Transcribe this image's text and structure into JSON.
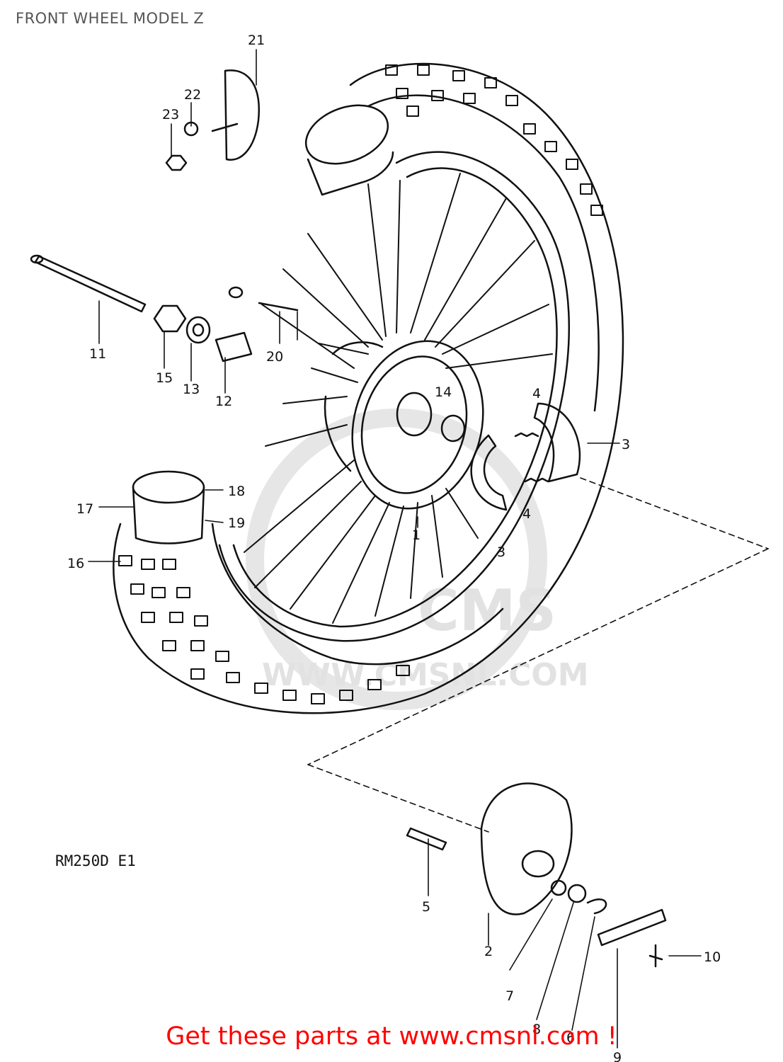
{
  "title": "FRONT WHEEL MODEL Z",
  "model_label": "RM250D E1",
  "watermark": {
    "text": "WWW.CMSNL.COM",
    "brand": "CMS"
  },
  "callouts": [
    "1",
    "2",
    "3",
    "3",
    "4",
    "4",
    "5",
    "6",
    "7",
    "8",
    "9",
    "10",
    "11",
    "12",
    "13",
    "14",
    "15",
    "16",
    "17",
    "18",
    "19",
    "20",
    "21",
    "22",
    "23"
  ],
  "footer": {
    "text": "Get these parts at www.cmsnl.com !"
  },
  "colors": {
    "line": "#111111",
    "footer": "#ff0000",
    "title": "#555555",
    "watermark": "#e2e2e2"
  }
}
